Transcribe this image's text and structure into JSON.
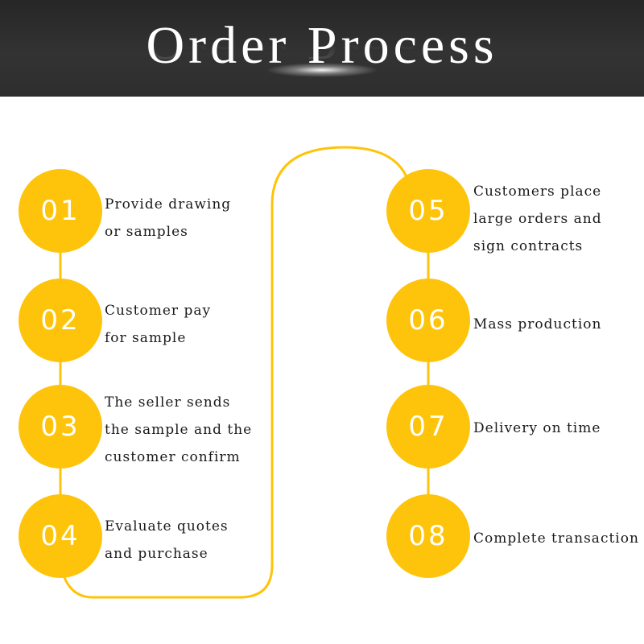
{
  "header": {
    "title": "Order Process"
  },
  "colors": {
    "accent": "#fec40b",
    "header_bg": "#2e2e2e",
    "text": "#1a1a1a"
  },
  "steps": [
    {
      "number": "01",
      "label": "Provide drawing\nor samples"
    },
    {
      "number": "02",
      "label": "Customer pay\nfor sample"
    },
    {
      "number": "03",
      "label": "The seller sends\nthe sample and the\ncustomer confirm"
    },
    {
      "number": "04",
      "label": "Evaluate quotes\nand purchase"
    },
    {
      "number": "05",
      "label": "Customers place\nlarge orders and\nsign contracts"
    },
    {
      "number": "06",
      "label": "Mass production"
    },
    {
      "number": "07",
      "label": "Delivery on time"
    },
    {
      "number": "08",
      "label": "Complete transaction"
    }
  ]
}
